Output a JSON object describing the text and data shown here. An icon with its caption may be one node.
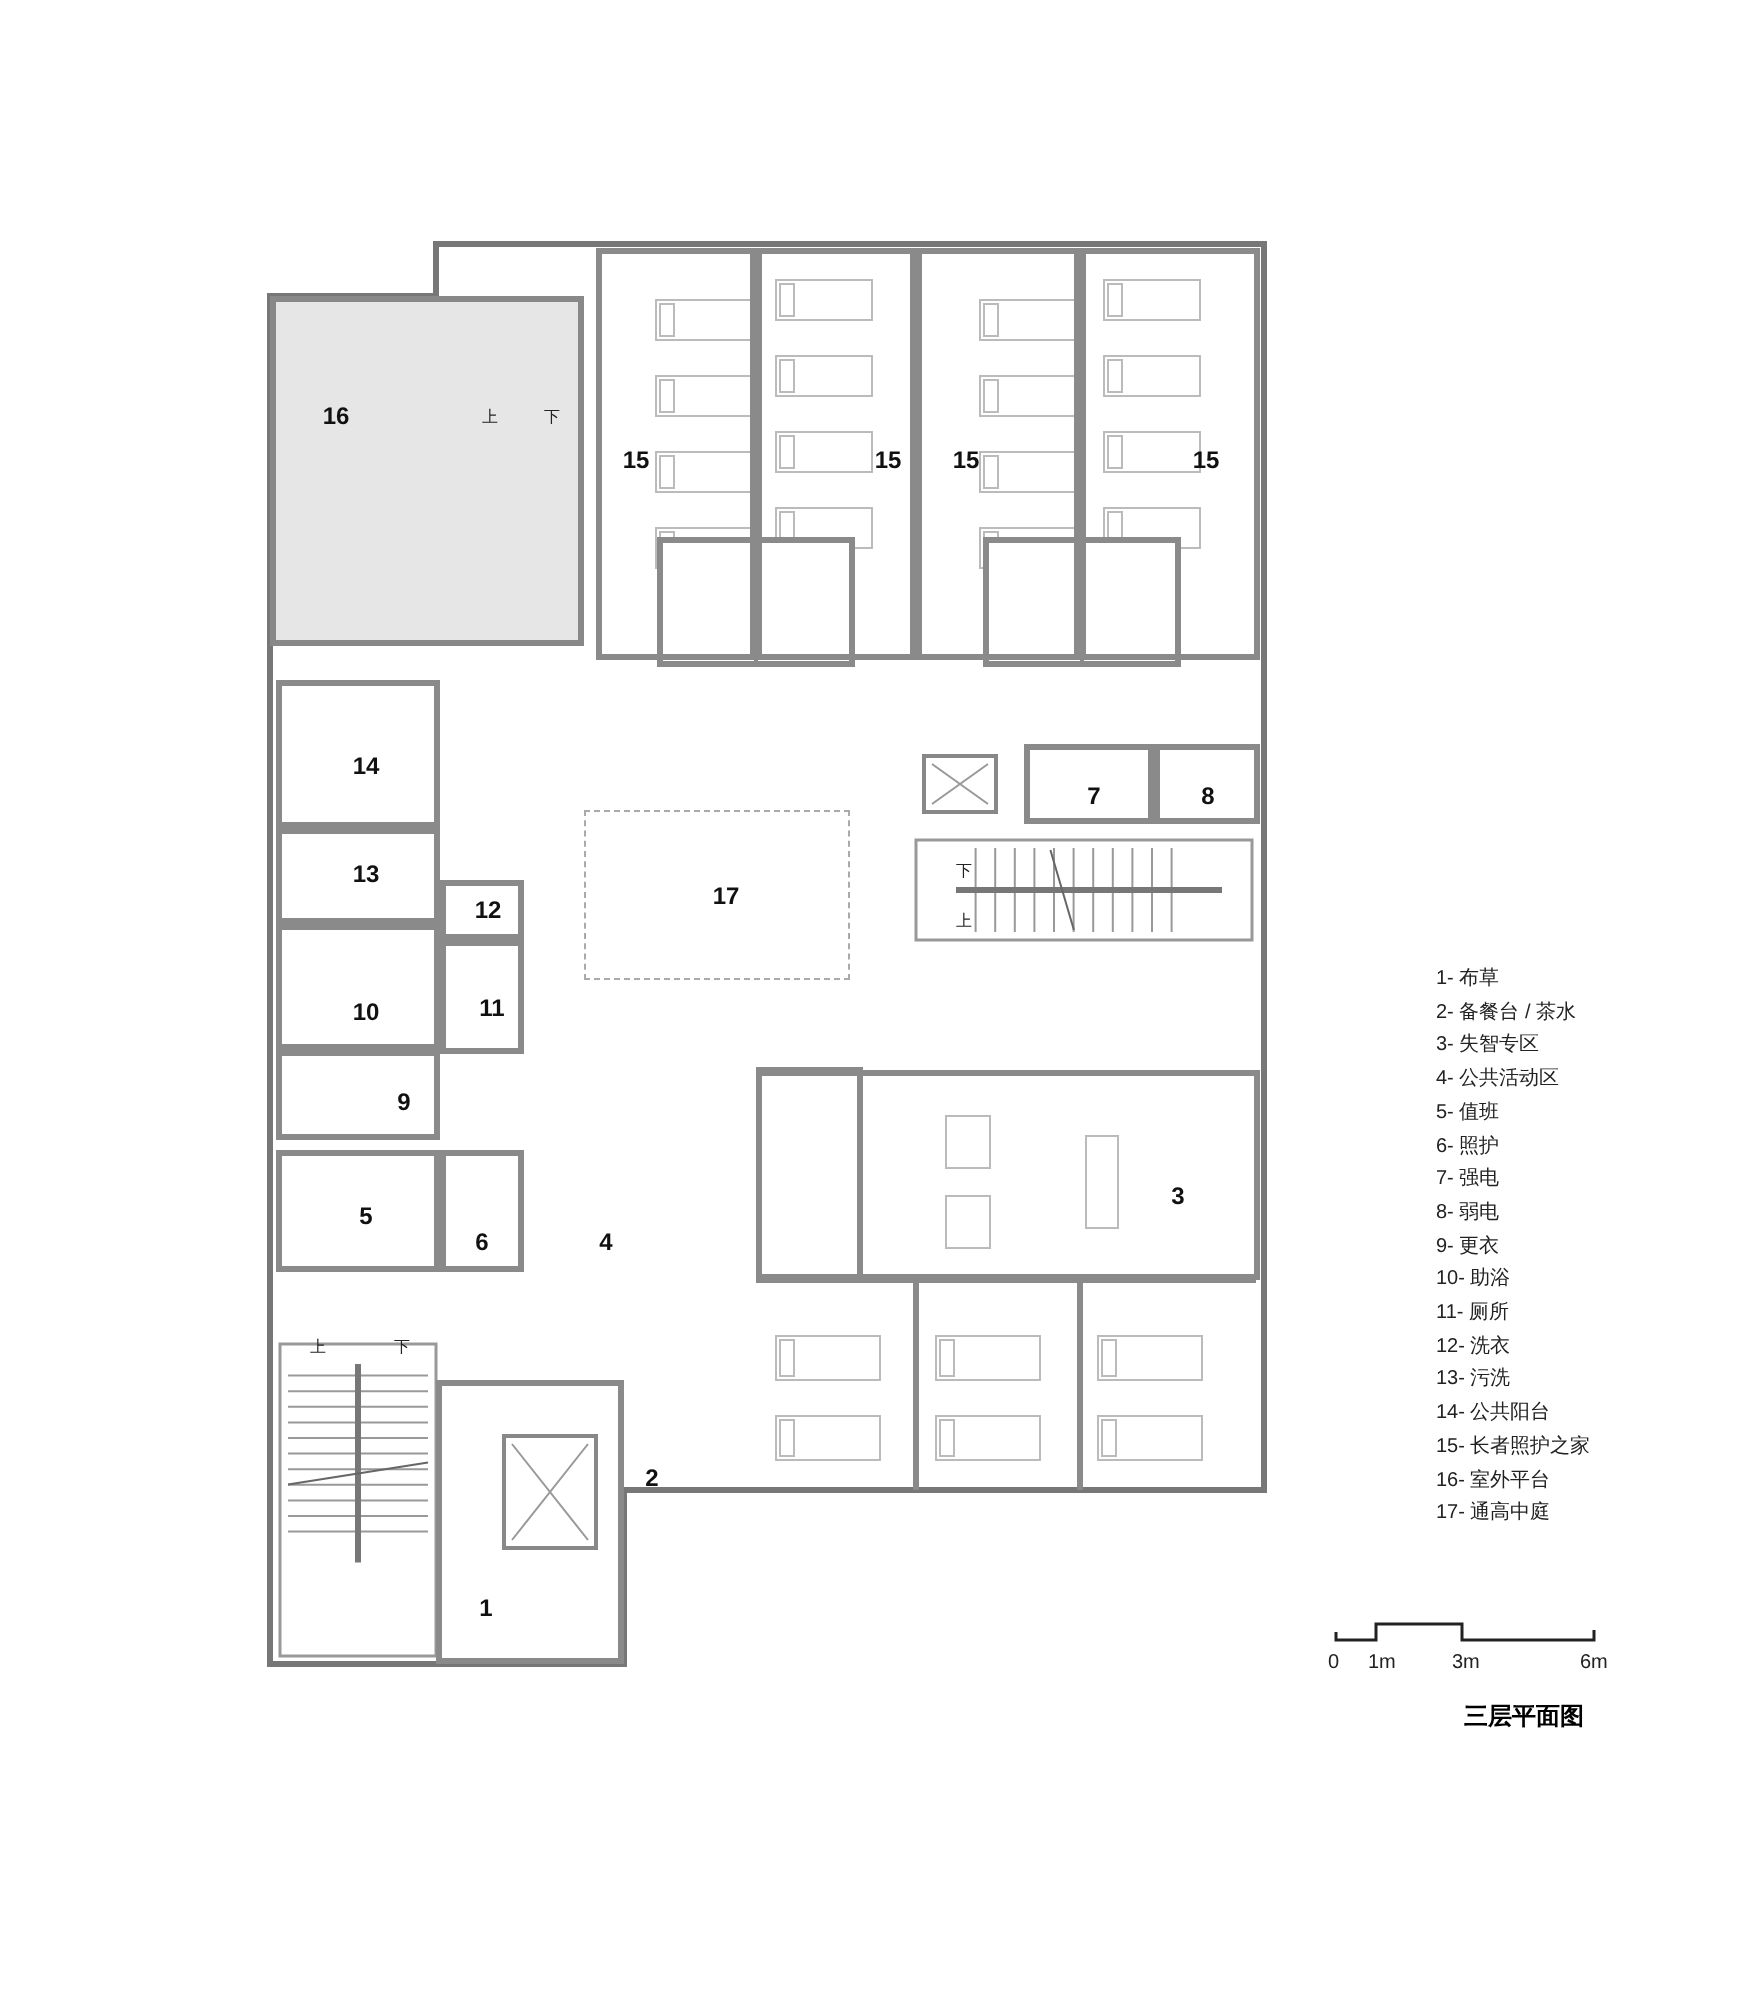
{
  "diagram": {
    "title": "三层平面图",
    "nodes": [
      {
        "text": [
          "16"
        ]
      },
      {
        "text": [
          "15"
        ]
      },
      {
        "text": [
          "15"
        ]
      },
      {
        "text": [
          "15"
        ]
      },
      {
        "text": [
          "15"
        ]
      },
      {
        "text": [
          "14"
        ]
      },
      {
        "text": [
          "7"
        ]
      },
      {
        "text": [
          "8"
        ]
      },
      {
        "text": [
          "13"
        ]
      },
      {
        "text": [
          "17"
        ]
      },
      {
        "text": [
          "12"
        ]
      },
      {
        "text": [
          "11"
        ]
      },
      {
        "text": [
          "10"
        ]
      },
      {
        "text": [
          "9"
        ]
      },
      {
        "text": [
          "3"
        ]
      },
      {
        "text": [
          "5"
        ]
      },
      {
        "text": [
          "6"
        ]
      },
      {
        "text": [
          "4"
        ]
      },
      {
        "text": [
          "2"
        ]
      },
      {
        "text": [
          "1"
        ]
      }
    ],
    "edges": [],
    "labels": [
      "上",
      "下",
      "下",
      "上",
      "上",
      "下",
      "1- 布草",
      "2- 备餐台 / 茶水",
      "3- 失智专区",
      "4- 公共活动区",
      "5- 值班",
      "6- 照护",
      "7- 强电",
      "8- 弱电",
      "9- 更衣",
      "10- 助浴",
      "11- 厕所",
      "12- 洗衣",
      "13- 污洗",
      "14- 公共阳台",
      "15- 长者照护之家",
      "16- 室外平台",
      "17- 通高中庭",
      "0",
      "1m",
      "3m",
      "6m"
    ]
  }
}
